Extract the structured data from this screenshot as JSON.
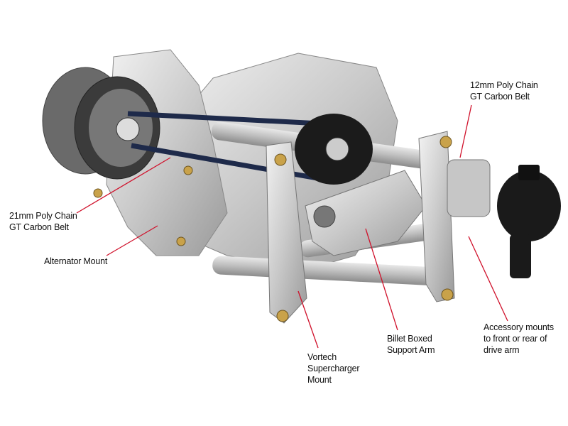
{
  "colors": {
    "leader": "#d0112b",
    "text": "#111111"
  },
  "labels": {
    "belt_12mm": "12mm Poly Chain\nGT Carbon Belt",
    "belt_21mm": "21mm Poly Chain\nGT Carbon Belt",
    "alternator_mount": "Alternator Mount",
    "vortech_mount": "Vortech\nSupercharger\nMount",
    "support_arm": "Billet Boxed\nSupport Arm",
    "accessory_mounts": "Accessory mounts\nto front or rear of\ndrive arm"
  }
}
